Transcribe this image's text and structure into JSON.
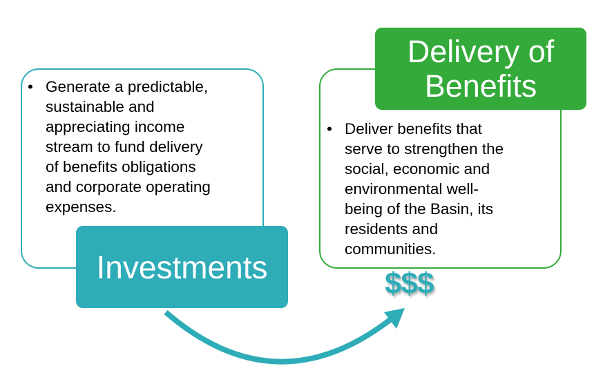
{
  "investments": {
    "title": "Investments",
    "bullet_lines": [
      "Generate a predictable,",
      "sustainable and",
      "appreciating income",
      "stream to fund delivery",
      "of benefits obligations",
      "and corporate operating",
      "expenses."
    ]
  },
  "delivery": {
    "title_lines": [
      "Delivery of",
      "Benefits"
    ],
    "bullet_lines": [
      "Deliver benefits that",
      "serve to strengthen the",
      "social, economic and",
      "environmental well-",
      "being of the Basin, its",
      "residents and",
      "communities."
    ]
  },
  "money_symbol": "$$$",
  "bullet_glyph": "•",
  "colors": {
    "teal": "#2eacb8",
    "green": "#33aa3a"
  }
}
